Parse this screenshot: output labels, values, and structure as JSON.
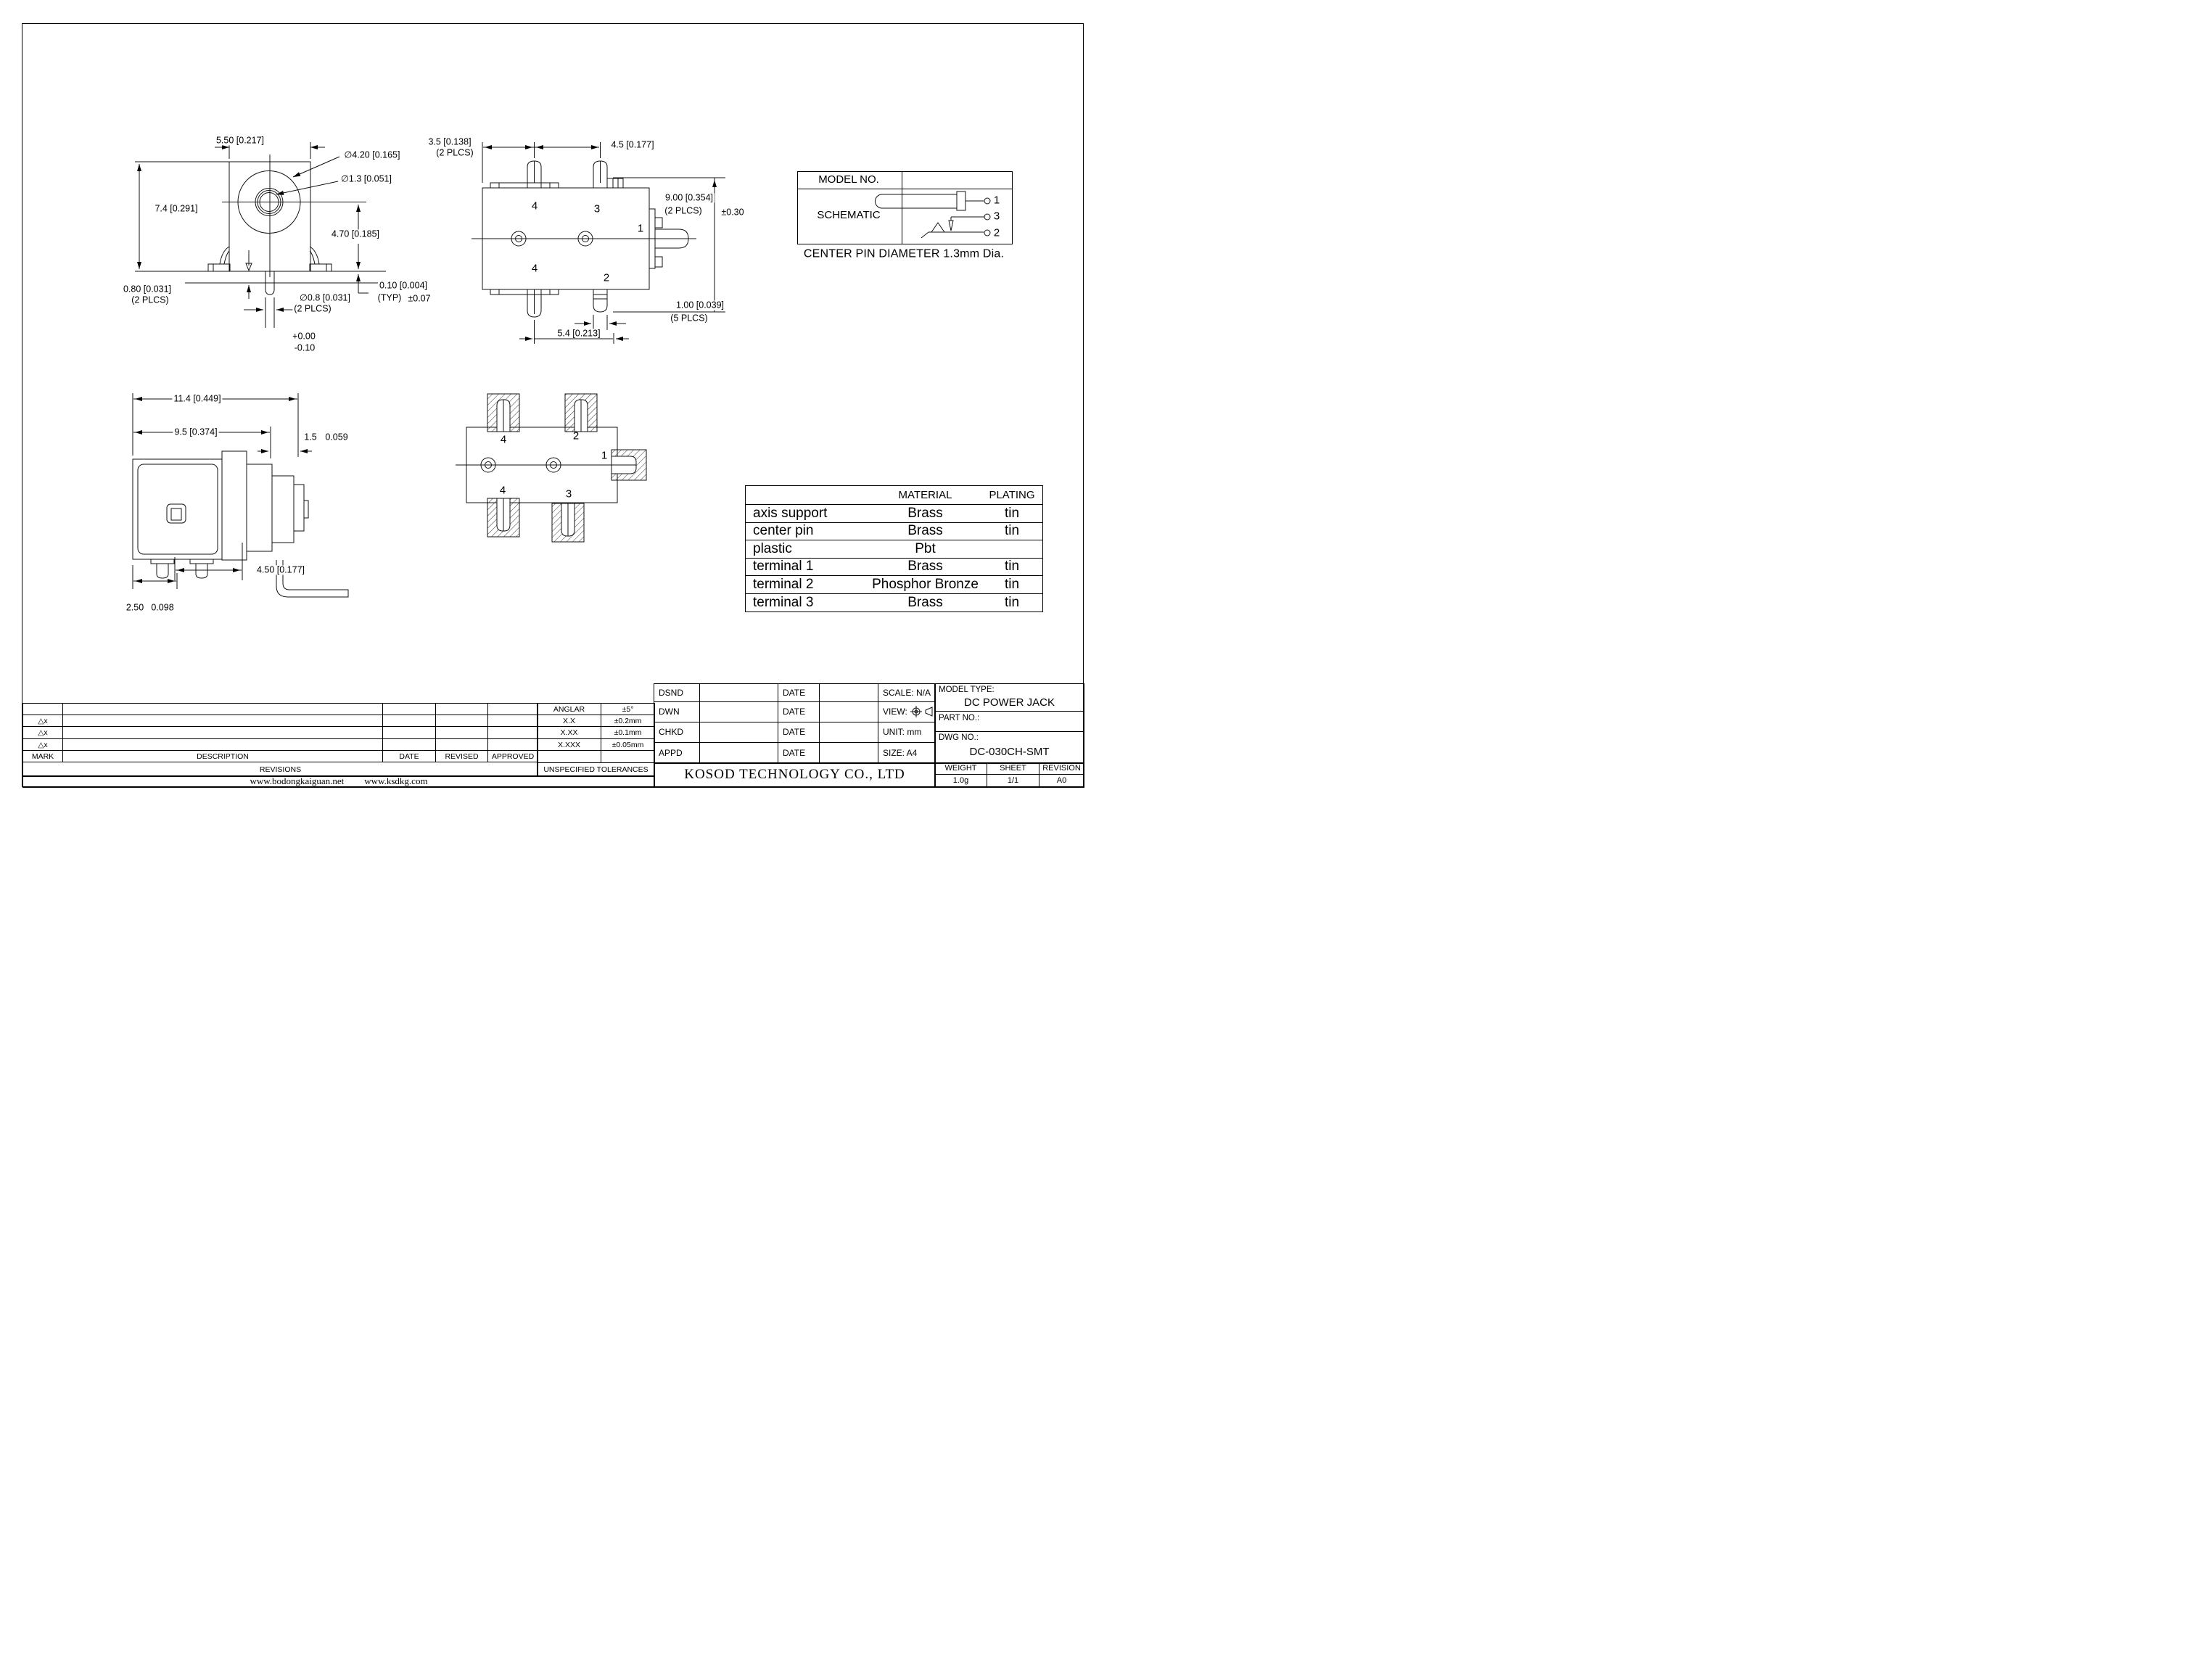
{
  "front_view": {
    "width": "5.50 [0.217]",
    "outer_dia": "∅4.20 [0.165]",
    "inner_dia": "∅1.3 [0.051]",
    "height": "7.4 [0.291]",
    "center_height": "4.70 [0.185]",
    "standoff": "0.10 [0.004]",
    "standoff_typ": "(TYP)",
    "standoff_tol": "±0.07",
    "foot_h": "0.80 [0.031]",
    "foot_h_plcs": "(2 PLCS)",
    "pin_dia": "∅0.8 [0.031]",
    "pin_dia_plcs": "(2 PLCS)",
    "pin_tol_plus": "+0.00",
    "pin_tol_minus": "-0.10"
  },
  "top_view": {
    "pitch1": "3.5 [0.138]",
    "pitch1_plcs": "(2 PLCS)",
    "pitch2": "4.5 [0.177]",
    "span": "9.00 [0.354]",
    "span_plcs": "(2 PLCS)",
    "span_tol": "±0.30",
    "pin_w": "1.00 [0.039]",
    "pin_w_plcs": "(5 PLCS)",
    "pitch3": "5.4 [0.213]",
    "pin4a": "4",
    "pin3": "3",
    "pin1": "1",
    "pin4b": "4",
    "pin2": "2"
  },
  "side_view": {
    "total_len": "11.4 [0.449]",
    "body_len": "9.5 [0.374]",
    "tip_len": "1.5",
    "tip_len_in": "0.059",
    "foot_pitch": "4.50 [0.177]",
    "foot_off": "2.50",
    "foot_off_in": "0.098"
  },
  "bottom_view": {
    "pin4a": "4",
    "pin2": "2",
    "pin1": "1",
    "pin4b": "4",
    "pin3": "3"
  },
  "schematic": {
    "model_no_label": "MODEL NO.",
    "schematic_label": "SCHEMATIC",
    "pin1": "1",
    "pin3": "3",
    "pin2": "2",
    "note": "CENTER PIN DIAMETER 1.3mm Dia."
  },
  "material_table": {
    "material_header": "MATERIAL",
    "plating_header": "PLATING",
    "rows": [
      {
        "part": "axis support",
        "material": "Brass",
        "plating": "tin"
      },
      {
        "part": "center pin",
        "material": "Brass",
        "plating": "tin"
      },
      {
        "part": "plastic",
        "material": "Pbt",
        "plating": ""
      },
      {
        "part": "terminal 1",
        "material": "Brass",
        "plating": "tin"
      },
      {
        "part": "terminal 2",
        "material": "Phosphor Bronze",
        "plating": "tin"
      },
      {
        "part": "terminal 3",
        "material": "Brass",
        "plating": "tin"
      }
    ]
  },
  "revisions_table": {
    "marks": [
      "",
      "△x",
      "△x",
      "△x"
    ],
    "mark_header": "MARK",
    "description_header": "DESCRIPTION",
    "date_header": "DATE",
    "revised_header": "REVISED",
    "approved_header": "APPROVED",
    "revisions_label": "REVISIONS",
    "site1": "www.bodongkaiguan.net",
    "site2": "www.ksdkg.com"
  },
  "tolerances": {
    "rows": [
      {
        "label": "ANGLAR",
        "value": "±5°"
      },
      {
        "label": "X.X",
        "value": "±0.2mm"
      },
      {
        "label": "X.XX",
        "value": "±0.1mm"
      },
      {
        "label": "X.XXX",
        "value": "±0.05mm"
      }
    ],
    "title": "UNSPECIFIED TOLERANCES"
  },
  "title_block": {
    "rows": [
      {
        "label": "DSND",
        "date": "DATE",
        "info": "SCALE: N/A"
      },
      {
        "label": "DWN",
        "date": "DATE",
        "info": "VIEW:"
      },
      {
        "label": "CHKD",
        "date": "DATE",
        "info": "UNIT: mm"
      },
      {
        "label": "APPD",
        "date": "DATE",
        "info": "SIZE: A4"
      }
    ],
    "company": "KOSOD TECHNOLOGY CO., LTD",
    "model_type_label": "MODEL TYPE:",
    "model_type": "DC POWER JACK",
    "part_no_label": "PART NO.:",
    "dwg_no_label": "DWG NO.:",
    "dwg_no": "DC-030CH-SMT",
    "weight_label": "WEIGHT",
    "sheet_label": "SHEET",
    "revision_label": "REVISION",
    "weight": "1.0g",
    "sheet": "1/1",
    "revision": "A0"
  }
}
